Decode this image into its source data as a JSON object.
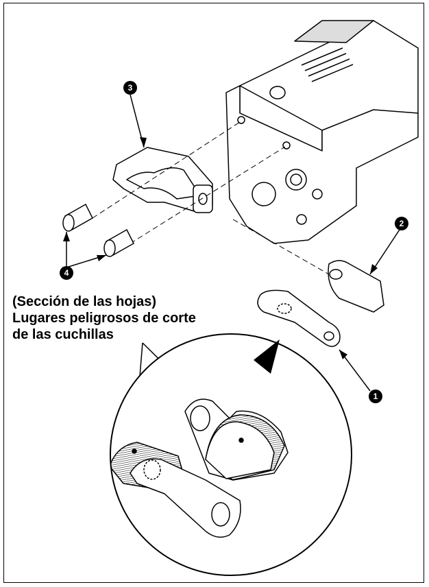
{
  "caption": {
    "line1": "(Sección de las hojas)",
    "line2": "Lugares peligrosos de corte",
    "line3": "de las cuchillas"
  },
  "callouts": [
    "3",
    "2",
    "4",
    "1"
  ]
}
